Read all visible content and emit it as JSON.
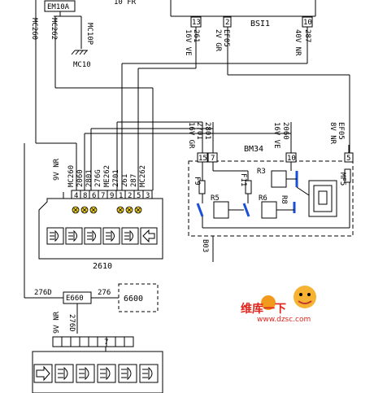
{
  "top": {
    "em10a": "EM10A",
    "mc10p": "MC10P",
    "mc10": "MC10",
    "mc260": "MC260",
    "mc262": "MC262",
    "top_cut": "10 FR"
  },
  "bsi": {
    "label": "BSI1",
    "pins": [
      "13",
      "2",
      "10"
    ],
    "wires": [
      {
        "color": "16V VE",
        "code": "261"
      },
      {
        "color": "2V GR",
        "code": "EF05"
      },
      {
        "color": "40V NR",
        "code": "287"
      }
    ]
  },
  "bm34": {
    "label": "BM34",
    "pins": [
      "15",
      "7",
      "10",
      "5"
    ],
    "wires": [
      {
        "color": "16V GR",
        "code": "2701",
        "code2": "2801"
      },
      {
        "color": "16V VE",
        "code": "2060"
      },
      {
        "color": "8V NR",
        "code": "EF05"
      }
    ],
    "fuses": [
      "F9",
      "F11",
      "MF5"
    ],
    "relays": [
      "R3",
      "R5",
      "R6",
      "R8"
    ],
    "ground": "B03"
  },
  "switch2610": {
    "label": "2610",
    "connector": "9V NR",
    "pins": [
      "4",
      "8",
      "6",
      "7",
      "9",
      "1",
      "2",
      "5",
      "3"
    ],
    "wire_codes": [
      "MC260",
      "2060",
      "2801",
      "276G",
      "ME262",
      "2701",
      "261",
      "287",
      "MC262"
    ]
  },
  "e660": {
    "label": "E660",
    "wire_left": "276D",
    "wire_right": "276",
    "dashed": "6600"
  },
  "bottom": {
    "connector": "9V NR",
    "wire": "276D",
    "pin": "7"
  },
  "watermark": {
    "title": "维库一下",
    "url": "www.dzsc.com"
  }
}
